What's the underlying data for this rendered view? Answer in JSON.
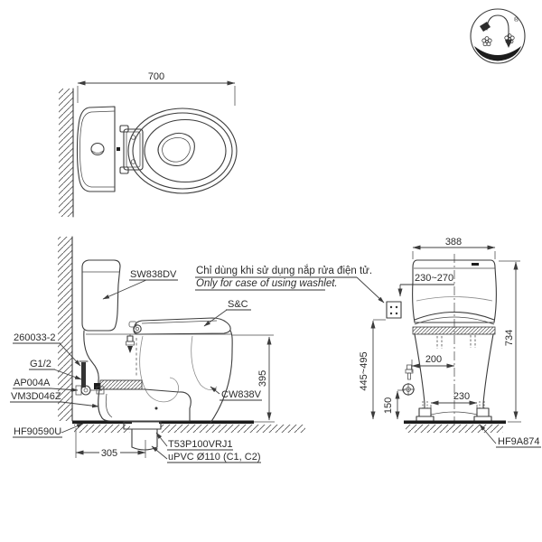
{
  "page": {
    "background": "#ffffff",
    "line_color": "#3c3c3c",
    "text_color": "#2b2b2b"
  },
  "logo": {
    "icon": "water-saving-flush-logo",
    "registered": "®"
  },
  "top_view": {
    "dim_width": "700"
  },
  "side_view": {
    "dim_height": "395",
    "dim_rough_in": "305",
    "labels": {
      "tank": "SW838DV",
      "seat": "S&C",
      "bowl": "CW838V",
      "supply_hose": "260033-2",
      "thread": "G1/2",
      "angle_valve": "AP004A",
      "connector": "VM3D046Z",
      "floor_fix": "HF90590U",
      "outlet_flange": "T53P100VRJ1",
      "drain_pipe": "uPVC Ø110 (C1, C2)"
    }
  },
  "front_view": {
    "dim_width": "388",
    "dim_supply_range": "230~270",
    "dim_height": "734",
    "dim_outlet_range": "445~495",
    "dim_valve_offset": "200",
    "dim_valve_height": "150",
    "dim_bolt_spacing": "230",
    "labels": {
      "fix_kit": "HF9A874"
    }
  },
  "note": {
    "vi": "Chỉ dùng khi sử dụng nắp rửa điện tử.",
    "en": "Only for case of using washlet."
  }
}
